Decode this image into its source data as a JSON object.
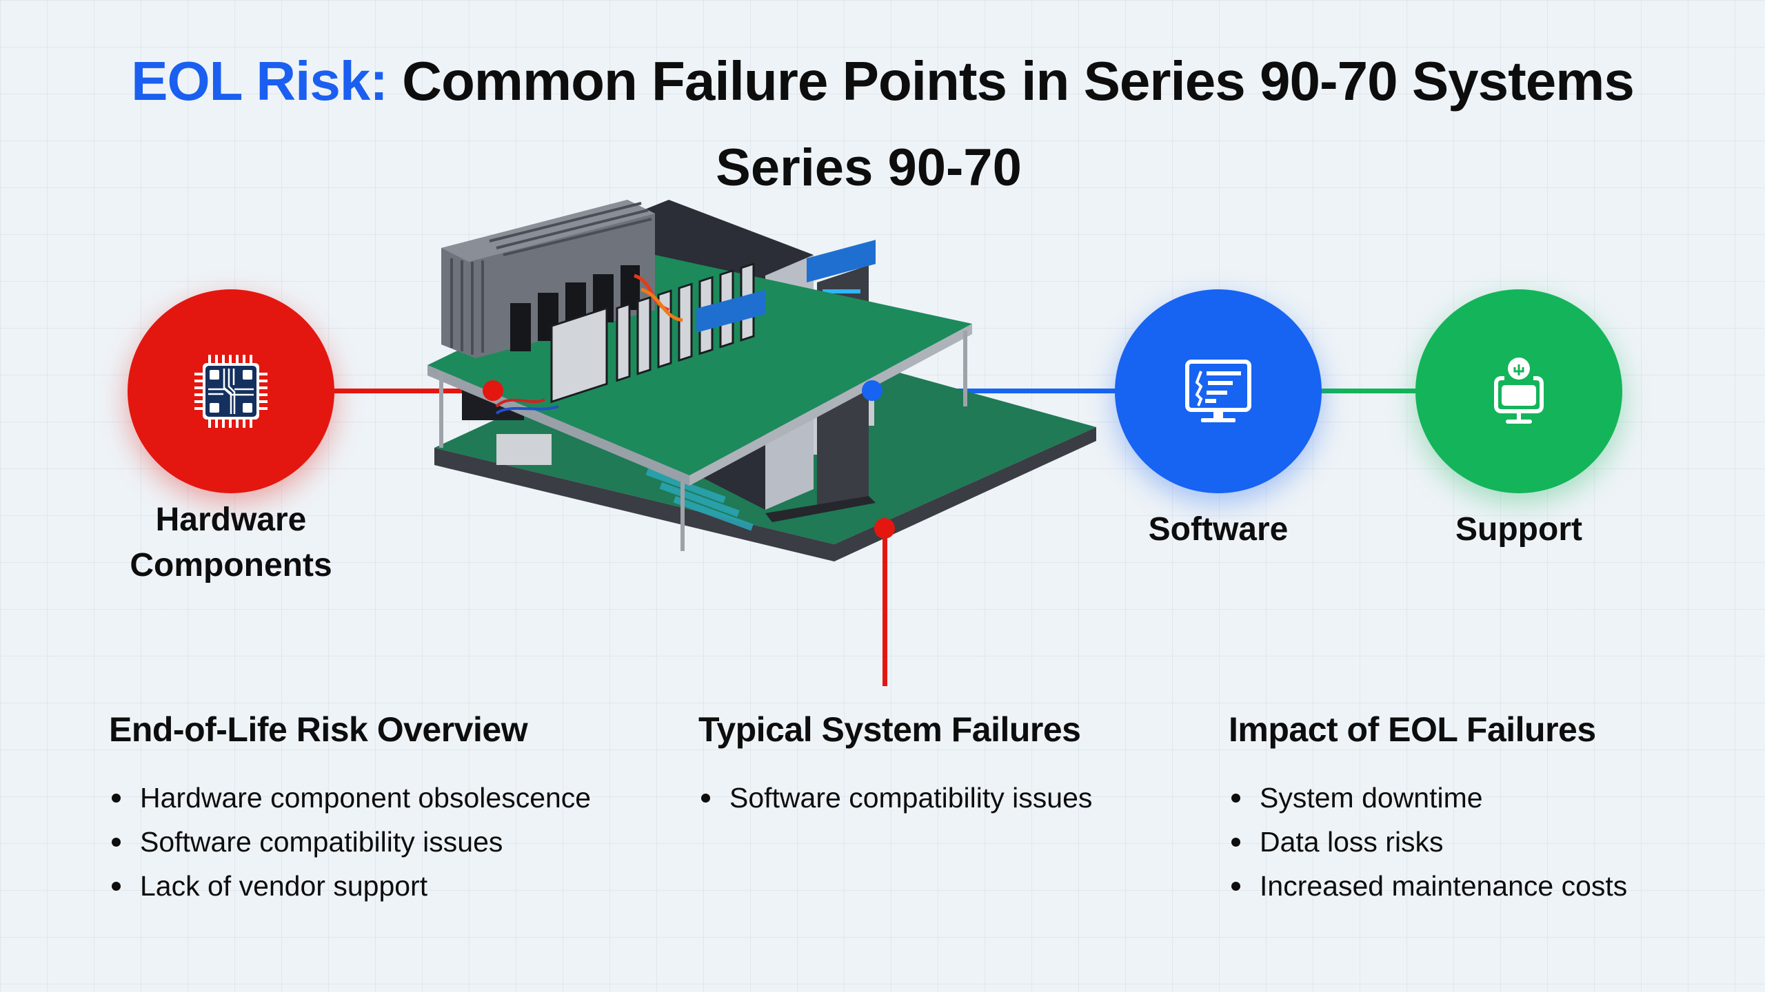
{
  "header": {
    "title_accent": "EOL Risk:",
    "title_rest": " Common Failure Points in Series 90-70 Systems",
    "subtitle": "Series 90-70"
  },
  "colors": {
    "accent_blue": "#1a5ff0",
    "hardware_red": "#e3170f",
    "software_blue": "#1763f2",
    "support_green": "#14b45a",
    "background": "#eef3f7"
  },
  "nodes": [
    {
      "label": "Hardware Components",
      "icon": "microchip-icon",
      "color": "red"
    },
    {
      "label": "Software",
      "icon": "monitor-code-icon",
      "color": "blue"
    },
    {
      "label": "Support",
      "icon": "support-agent-icon",
      "color": "green"
    }
  ],
  "illustration": {
    "subject": "Series 90-70 PLC hardware rack with server towers"
  },
  "sections": [
    {
      "heading": "End-of-Life Risk Overview",
      "bullets": [
        "Hardware component obsolescence",
        "Software compatibility issues",
        "Lack of vendor support"
      ]
    },
    {
      "heading": "Typical System Failures",
      "bullets": [
        "Software compatibility issues"
      ]
    },
    {
      "heading": "Impact of EOL Failures",
      "bullets": [
        "System downtime",
        "Data loss risks",
        "Increased maintenance costs"
      ]
    }
  ]
}
